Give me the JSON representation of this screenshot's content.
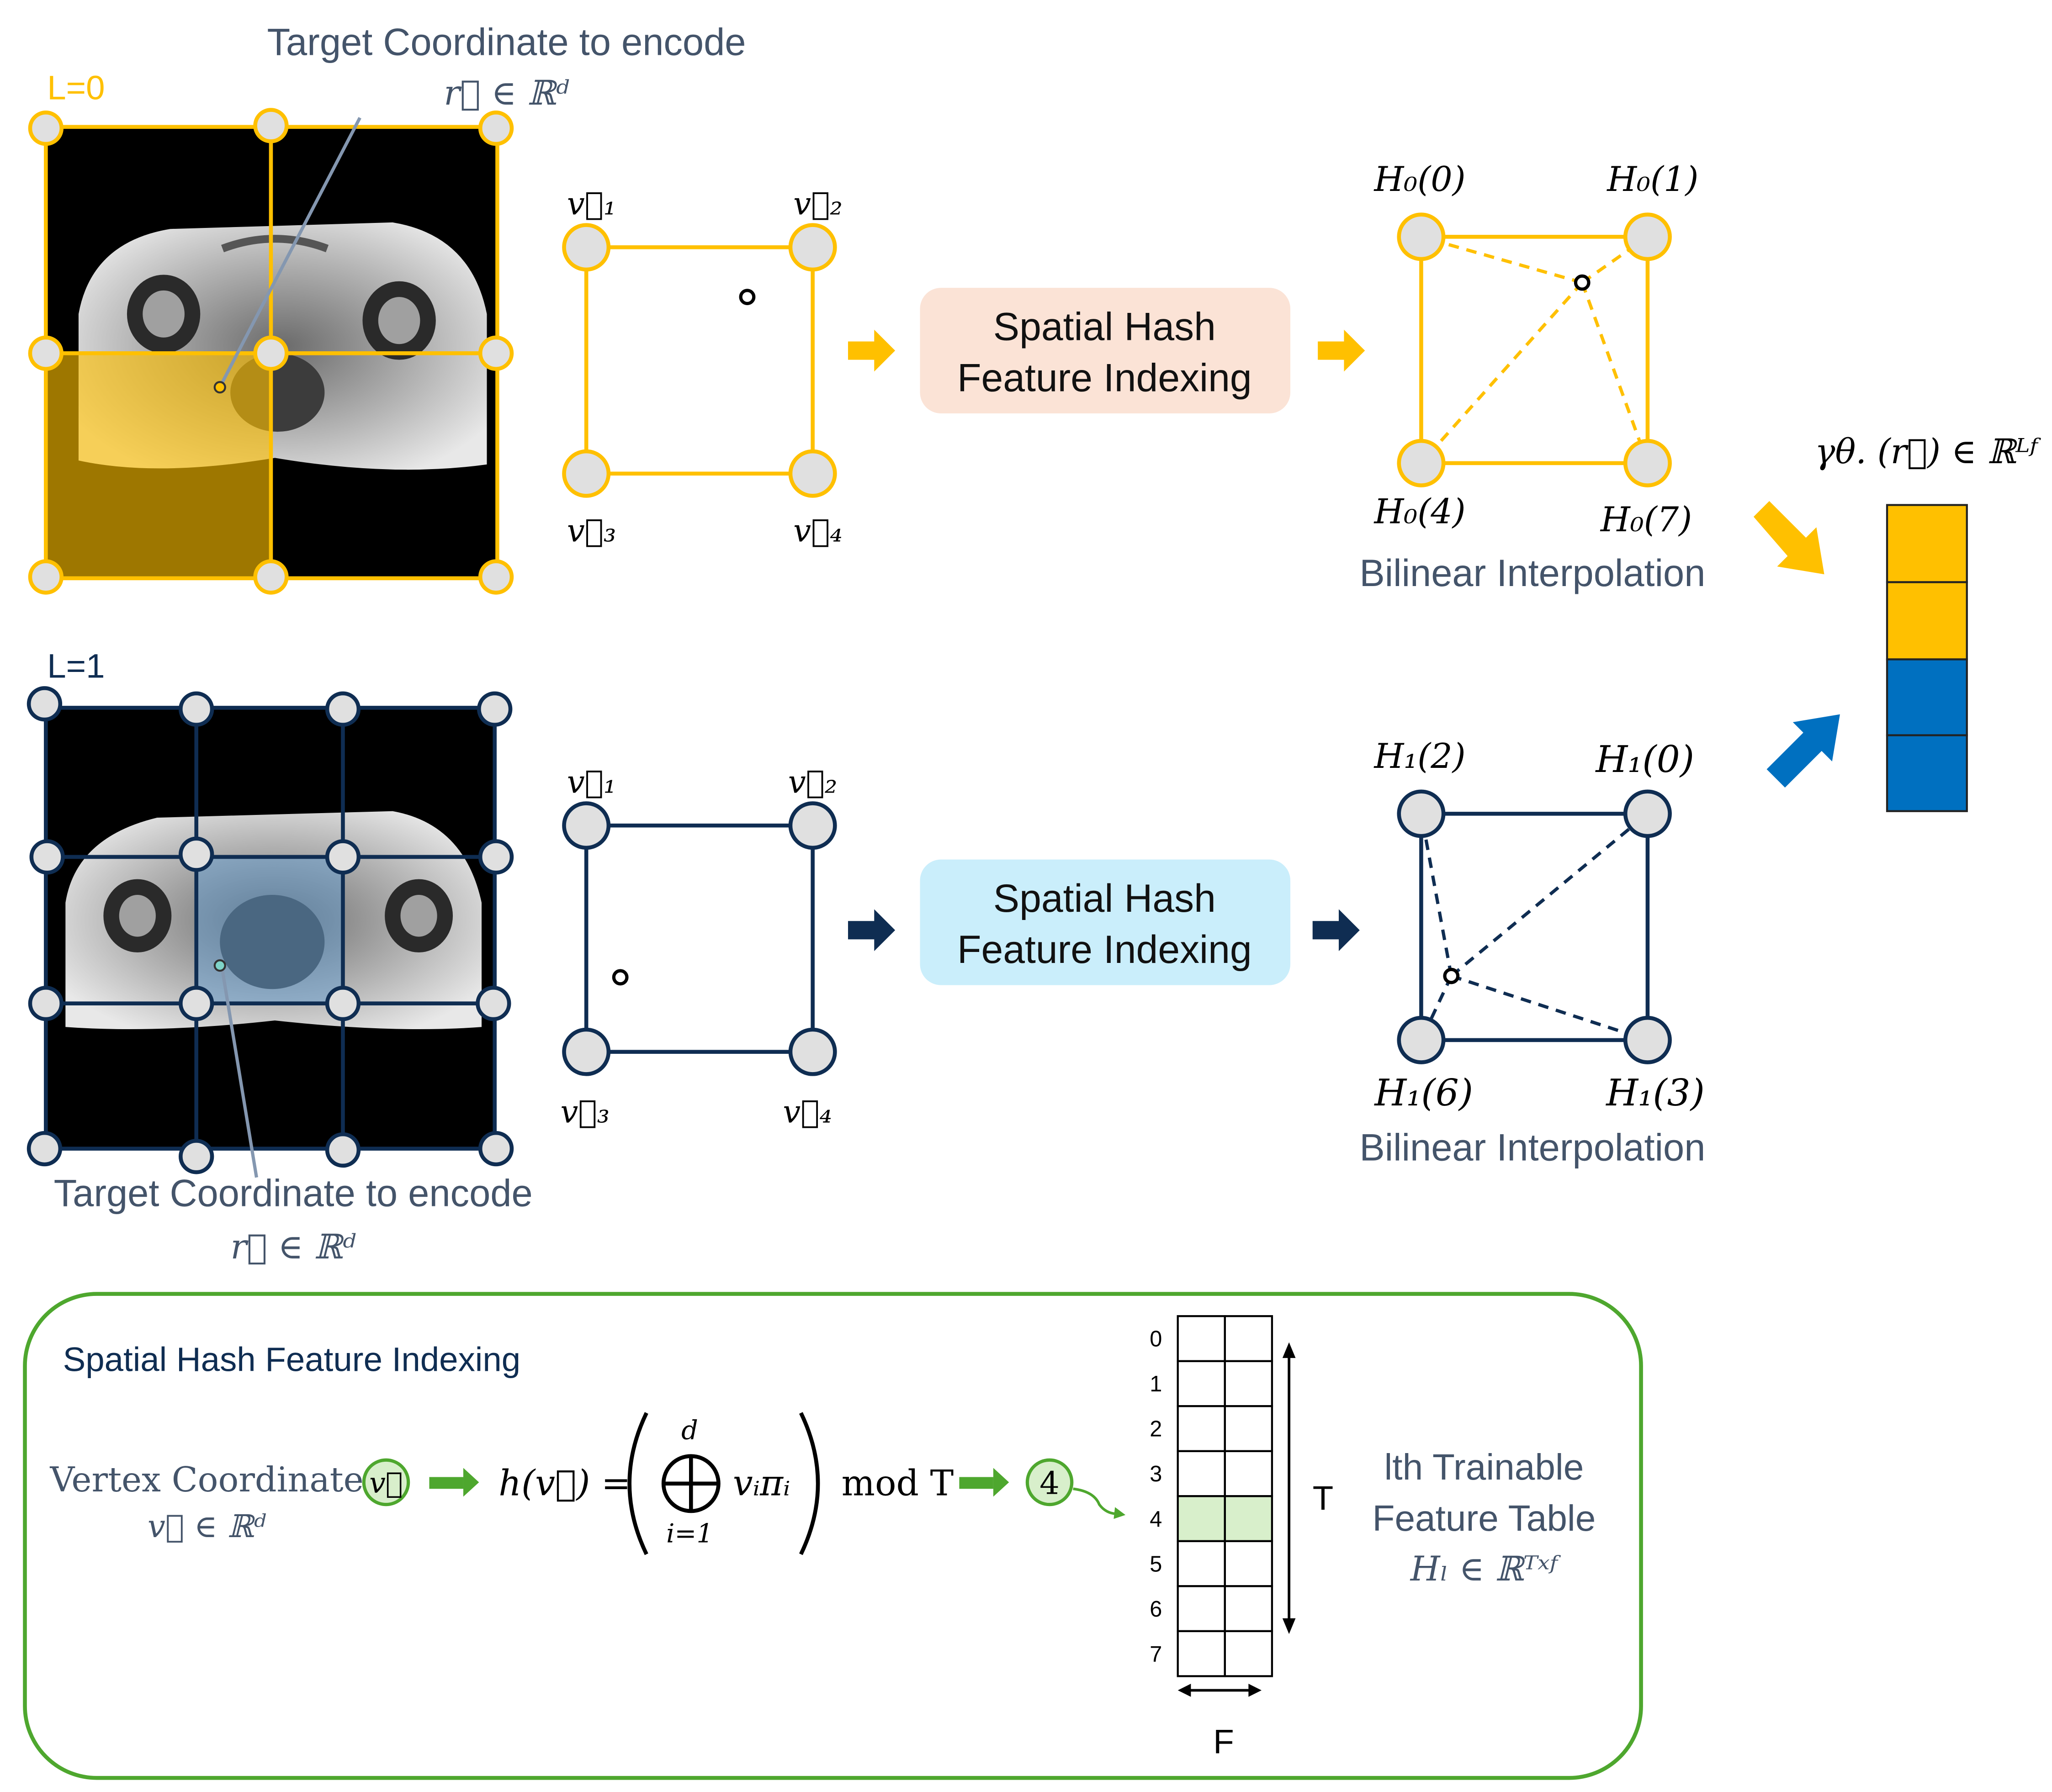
{
  "colors": {
    "level0": "#FFC000",
    "level1": "#0F2D52",
    "accent_blue": "#0070C0",
    "node_fill": "#E0E0E0",
    "label_text": "#44546A",
    "green": "#4EA72E",
    "green_fill": "#D8EFCB",
    "hash_box_0": "#FBE3D6",
    "hash_box_1": "#CAEEFB"
  },
  "level0": {
    "label": "L=0",
    "target_caption": "Target Coordinate to encode",
    "target_math": "r⃗ ∈ ℝᵈ",
    "corners": [
      "v⃗₁",
      "v⃗₂",
      "v⃗₃",
      "v⃗₄"
    ],
    "hash_box": "Spatial Hash Feature Indexing",
    "hash_line1": "Spatial Hash",
    "hash_line2": "Feature Indexing",
    "interp_labels": [
      "H₀(0)",
      "H₀(1)",
      "H₀(4)",
      "H₀(7)"
    ],
    "interp_caption": "Bilinear Interpolation"
  },
  "level1": {
    "label": "L=1",
    "target_caption": "Target Coordinate to encode",
    "target_math": "r⃗ ∈ ℝᵈ",
    "corners": [
      "v⃗₁",
      "v⃗₂",
      "v⃗₃",
      "v⃗₄"
    ],
    "hash_line1": "Spatial Hash",
    "hash_line2": "Feature Indexing",
    "interp_labels": [
      "H₁(2)",
      "H₁(0)",
      "H₁(6)",
      "H₁(3)"
    ],
    "interp_caption": "Bilinear Interpolation"
  },
  "output": {
    "label": "γθ. (r⃗) ∈ ℝᴸᶠ"
  },
  "panel": {
    "title": "Spatial Hash Feature Indexing",
    "vertex_label": "Vertex Coordinate",
    "vertex_symbol": "v⃗",
    "vertex_math": "v⃗ ∈ ℝᵈ",
    "hash_func": "h(v⃗) =",
    "oplus_top": "d",
    "oplus_bottom": "i=1",
    "oplus_term": "vᵢπᵢ",
    "mod": "mod T",
    "index_result": "4",
    "table_rows": [
      "0",
      "1",
      "2",
      "3",
      "4",
      "5",
      "6",
      "7"
    ],
    "highlight_row": 4,
    "t_label": "T",
    "f_label": "F",
    "table_caption_1": "lth Trainable",
    "table_caption_2": "Feature Table",
    "table_caption_3": "Hₗ ∈ ℝᵀˣᶠ"
  }
}
